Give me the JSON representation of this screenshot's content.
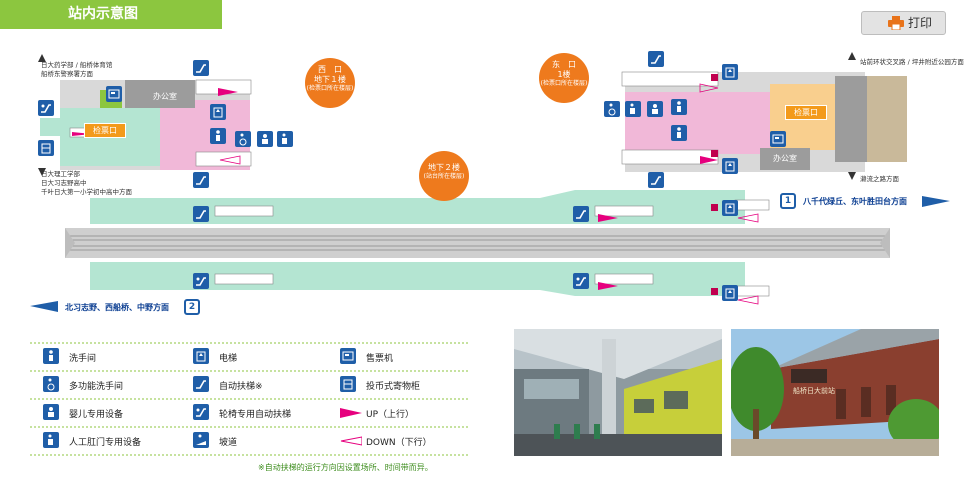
{
  "header": {
    "title": "站内示意图",
    "print_label": "打印"
  },
  "map": {
    "west_exit": {
      "l1": "西　口",
      "l2": "地下１楼",
      "l3": "(检票口所在楼层)"
    },
    "east_exit": {
      "l1": "东　口",
      "l2": "1楼",
      "l3": "(检票口所在楼层)"
    },
    "platform_floor": {
      "l1": "地下２楼",
      "l2": "(站台所在楼层)"
    },
    "office_label": "办公室",
    "gate_label": "检票口",
    "dir_nw": [
      "日大药学部 / 船桥体育馆",
      "船桥东警察署方面"
    ],
    "dir_sw": [
      "日大理工学部",
      "日大习志野高中",
      "千叶日大第一小学初中高中方面"
    ],
    "dir_ne": "站前环状交叉路 / 坪井附近公园方面",
    "dir_se": "濑流之路方面",
    "track1_num": "1",
    "track1_dest": "八千代绿丘、东叶胜田台方面",
    "track2_num": "2",
    "track2_dest": "北习志野、西船桥、中野方面"
  },
  "legend": {
    "col1": [
      "洗手间",
      "多功能洗手间",
      "婴儿专用设备",
      "人工肛门专用设备"
    ],
    "col2": [
      "电梯",
      "自动扶梯※",
      "轮椅专用自动扶梯",
      "坡道"
    ],
    "col3": [
      "售票机",
      "投币式寄物柜",
      "UP（上行）",
      "DOWN（下行）"
    ],
    "note": "※自动扶梯的运行方向因设置场所、时间带而异。"
  },
  "photos": {
    "station_sign": "船桥日大前站"
  },
  "colors": {
    "accent": "#8cc63f",
    "platform": "#b4e5d2",
    "concourse": "#f1b8d8",
    "orange": "#ee7a1d",
    "icon_blue": "#1f5ea8"
  }
}
